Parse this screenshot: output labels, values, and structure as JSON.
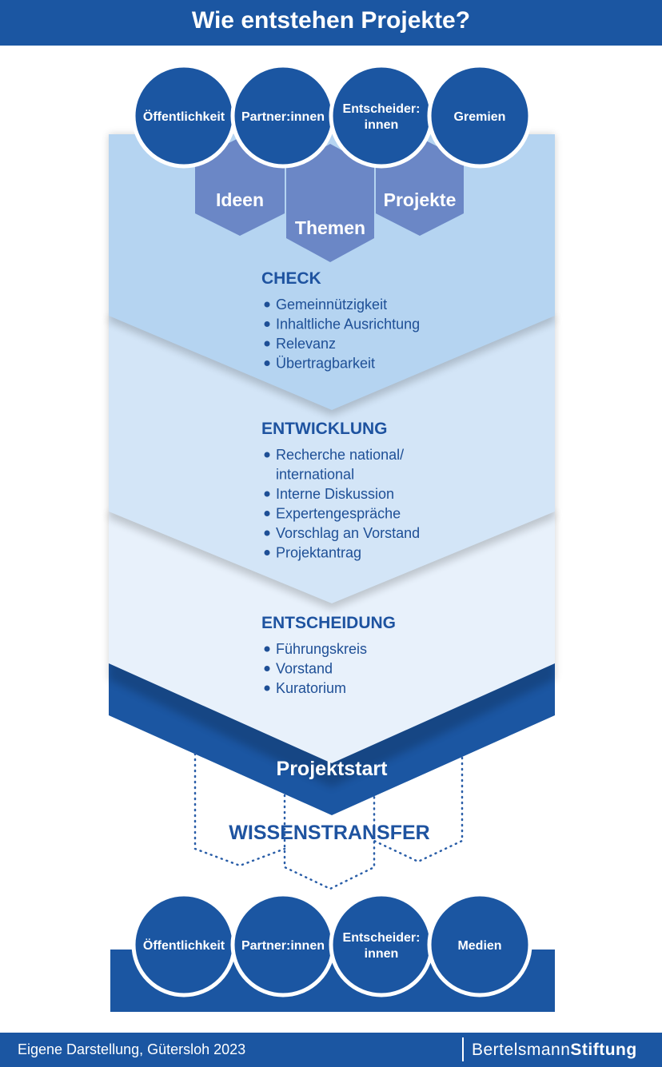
{
  "header": {
    "title": "Wie entstehen Projekte?"
  },
  "top_circles": [
    {
      "lines": [
        "Öffentlichkeit"
      ]
    },
    {
      "lines": [
        "Partner:innen"
      ]
    },
    {
      "lines": [
        "Entscheider:",
        "innen"
      ]
    },
    {
      "lines": [
        "Gremien"
      ]
    }
  ],
  "hexagons": [
    "Ideen",
    "Themen",
    "Projekte"
  ],
  "stages": [
    {
      "title": "CHECK",
      "items": [
        [
          "Gemeinnützigkeit"
        ],
        [
          "Inhaltliche Ausrichtung"
        ],
        [
          "Relevanz"
        ],
        [
          "Übertragbarkeit"
        ]
      ]
    },
    {
      "title": "ENTWICKLUNG",
      "items": [
        [
          "Recherche national/",
          "international"
        ],
        [
          "Interne Diskussion"
        ],
        [
          "Expertengespräche"
        ],
        [
          "Vorschlag an Vorstand"
        ],
        [
          "Projektantrag"
        ]
      ]
    },
    {
      "title": "ENTSCHEIDUNG",
      "items": [
        [
          "Führungskreis"
        ],
        [
          "Vorstand"
        ],
        [
          "Kuratorium"
        ]
      ]
    }
  ],
  "start_label": "Projektstart",
  "transfer_label": "WISSENSTRANSFER",
  "bottom_circles": [
    {
      "lines": [
        "Öffentlichkeit"
      ]
    },
    {
      "lines": [
        "Partner:innen"
      ]
    },
    {
      "lines": [
        "Entscheider:",
        "innen"
      ]
    },
    {
      "lines": [
        "Medien"
      ]
    }
  ],
  "footer": {
    "source": "Eigene Darstellung, Gütersloh 2023",
    "logo_light": "Bertelsmann",
    "logo_bold": "Stiftung"
  },
  "colors": {
    "dark_blue": "#1b56a2",
    "hex_blue": "#6b87c6",
    "stage1": "#b5d4f1",
    "stage2": "#d3e5f7",
    "stage3": "#e8f1fb",
    "text_blue": "#1e53a0"
  }
}
